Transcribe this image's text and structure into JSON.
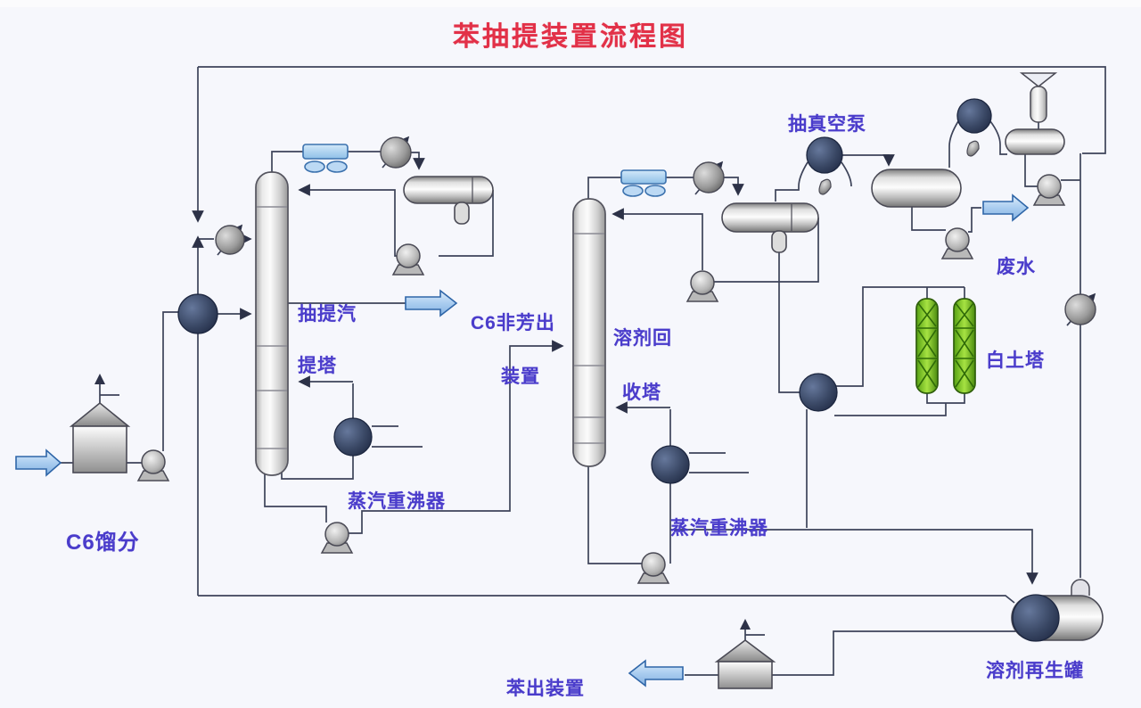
{
  "title": "苯抽提装置流程图",
  "labels": {
    "feed_stream": "C6馏分",
    "column1_name_line1": "抽提汽",
    "column1_name_line2": "提塔",
    "c6_out_line1": "C6非芳出",
    "c6_out_line2": "装置",
    "column2_name_line1": "溶剂回",
    "column2_name_line2": "收塔",
    "reboiler1": "蒸汽重沸器",
    "reboiler2": "蒸汽重沸器",
    "vacuum_pump": "抽真空泵",
    "waste_water": "废水",
    "clay_tower": "白土塔",
    "solvent_regen_drum": "溶剂再生罐",
    "benzene_out": "苯出装置"
  },
  "colors": {
    "title_red": "#e23148",
    "label_purple": "#4a3ccb",
    "pipe_line": "#3d4359",
    "flow_arrow_fill": "#aacdf0",
    "flow_arrow_stroke": "#2f66a8",
    "air_cooler_blue": "#a8d4f2",
    "clay_tower_green": "#7ec421",
    "exchanger_navy": "#2e3b58",
    "background": "#f6f7fc"
  },
  "equipment": [
    "feed-tank",
    "feed-pump",
    "feed-solvent-exchanger",
    "extractive-stripper-column",
    "air-cooler-1",
    "overhead-exchanger-1",
    "reflux-drum-1",
    "reflux-pump-1",
    "steam-reboiler-1",
    "bottoms-pump-1",
    "solvent-recovery-column",
    "air-cooler-2",
    "overhead-exchanger-2",
    "reflux-drum-2",
    "reflux-pump-2",
    "steam-reboiler-2",
    "bottoms-pump-2",
    "vacuum-pump-1",
    "vacuum-pump-2",
    "vacuum-separator-drum",
    "waste-water-pump",
    "overhead-drum-3",
    "discharge-pump-3",
    "funnel-vent-pot",
    "solvent-cooler",
    "clay-tower-1",
    "clay-tower-2",
    "waste-water-exchanger",
    "solvent-regeneration-drum",
    "benzene-product-tank"
  ]
}
